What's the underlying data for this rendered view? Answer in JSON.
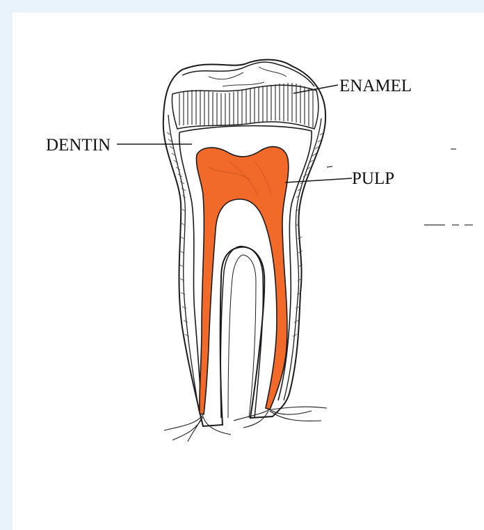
{
  "diagram": {
    "labels": {
      "enamel": "ENAMEL",
      "dentin": "DENTIN",
      "pulp": "PULP"
    },
    "colors": {
      "pulp_fill": "#f26a2a",
      "line": "#1a1a1a",
      "frame_background": "#e8f3fb",
      "sheet_background": "#ffffff"
    }
  }
}
